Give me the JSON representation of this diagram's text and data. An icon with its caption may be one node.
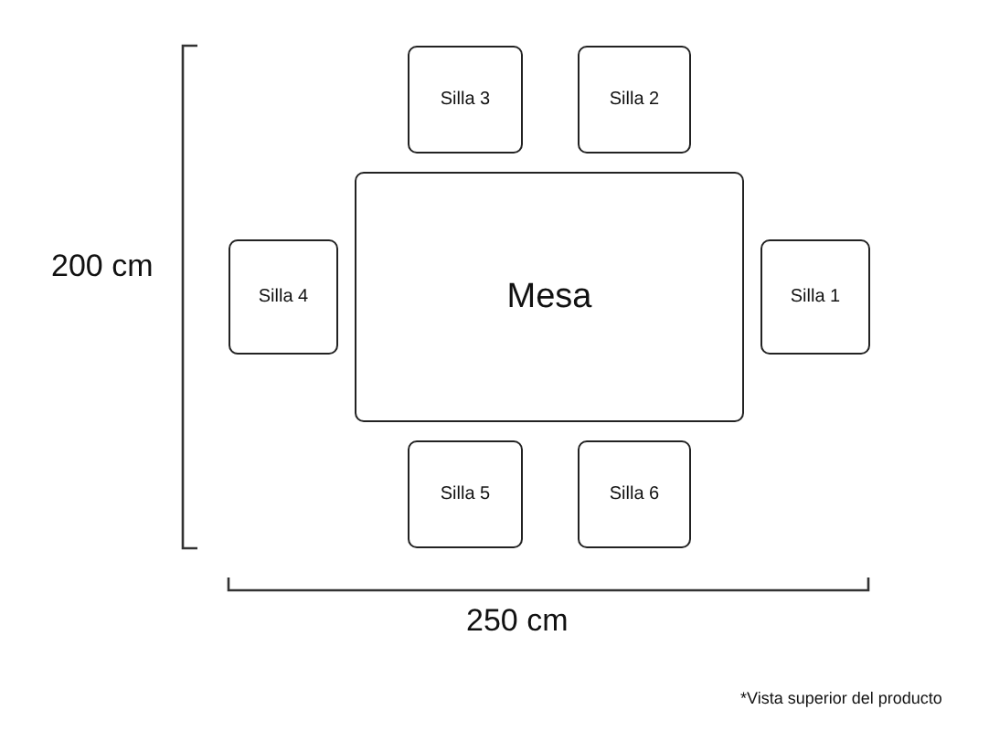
{
  "diagram": {
    "nodes": [
      {
        "text": [
          "Silla 3"
        ]
      },
      {
        "text": [
          "Silla 2"
        ]
      },
      {
        "text": [
          "Silla 4"
        ]
      },
      {
        "text": [
          "Mesa"
        ]
      },
      {
        "text": [
          "Silla 1"
        ]
      },
      {
        "text": [
          "Silla 5"
        ]
      },
      {
        "text": [
          "Silla 6"
        ]
      }
    ],
    "labels": [
      "200 cm",
      "250 cm",
      "*Vista superior del producto"
    ]
  }
}
